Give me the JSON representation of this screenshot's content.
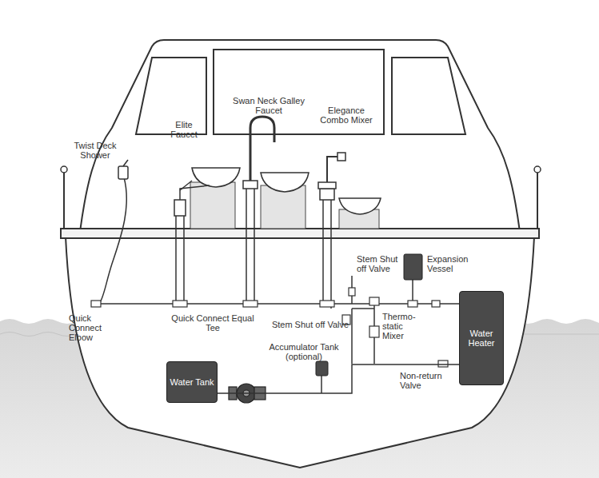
{
  "diagram": {
    "nodes": [
      {
        "text": [
          "Water Tank"
        ]
      },
      {
        "text": [
          "Water Heater"
        ]
      }
    ],
    "edges": [
      {
        "from": 0,
        "to": 1,
        "arrow": "none"
      }
    ],
    "labels": [
      "Twist Deck Shower",
      "Elite Faucet",
      "Swan Neck Galley Faucet",
      "Elegance Combo Mixer",
      "Stem Shut off Valve",
      "Expansion Vessel",
      "Quick Connect Elbow",
      "Quick Connect Equal Tee",
      "Stem Shut off Valve",
      "Thermo- static Mixer",
      "Accumulator Tank (optional)",
      "Non-return Valve"
    ]
  }
}
